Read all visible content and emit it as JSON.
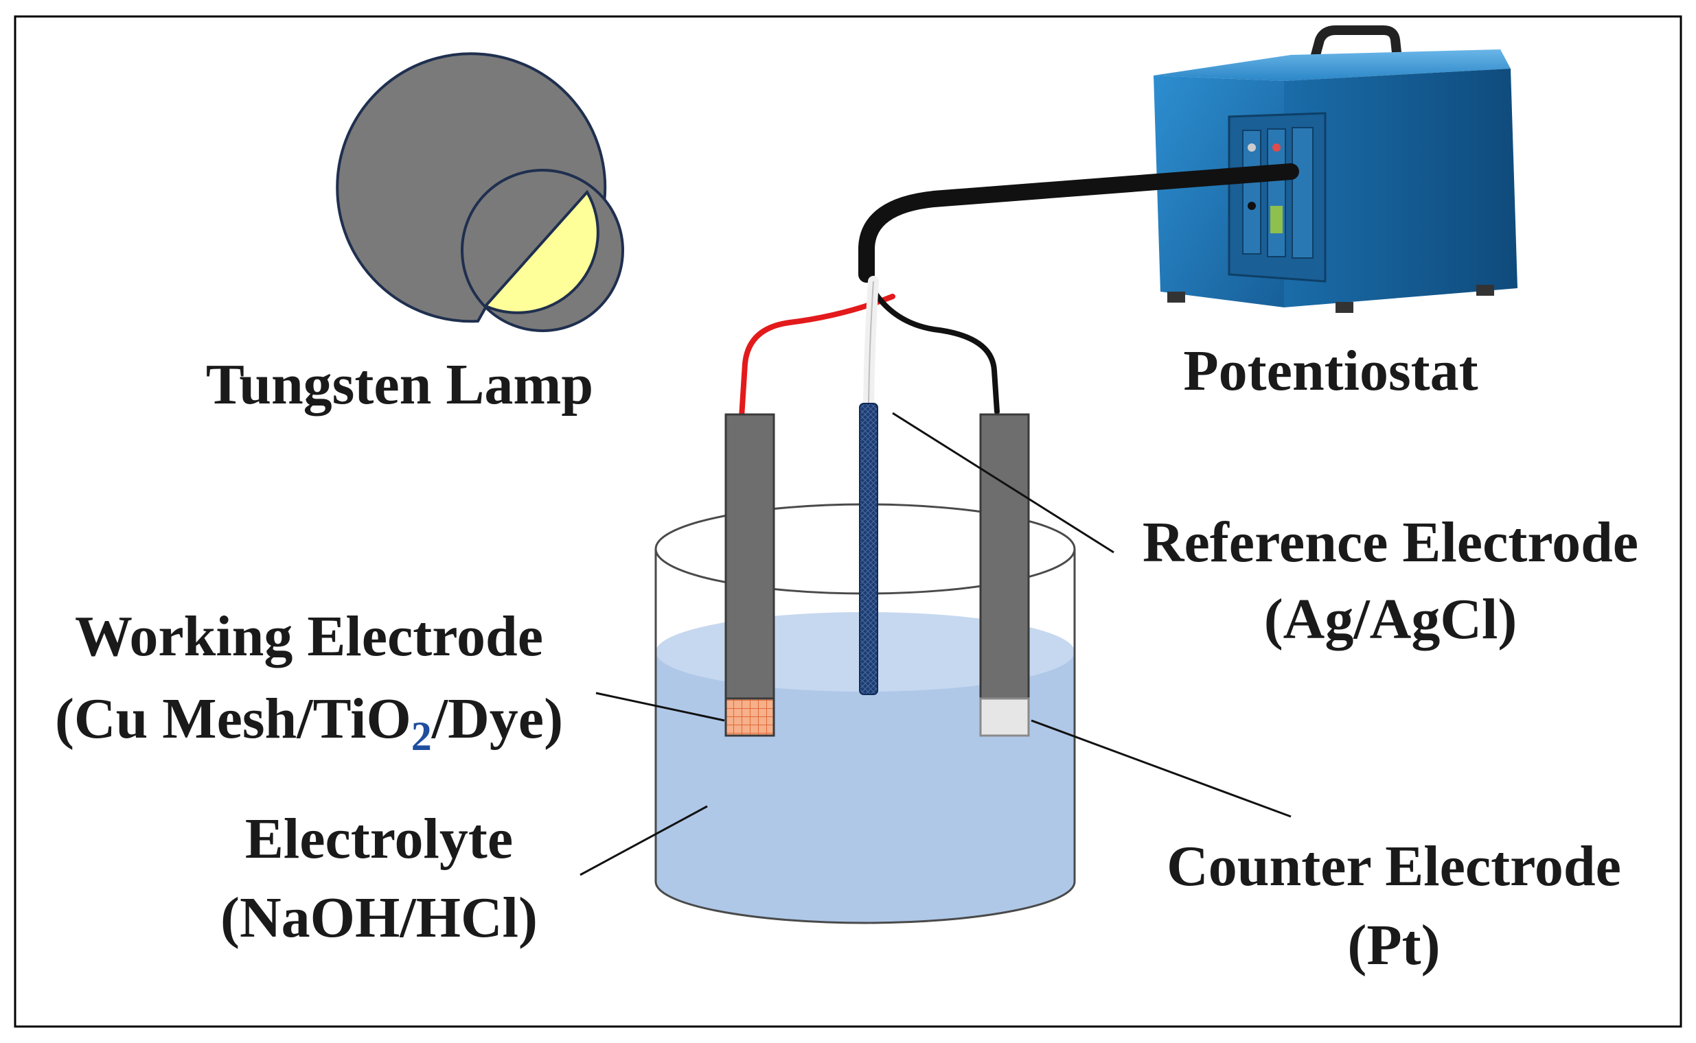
{
  "labels": {
    "lamp": "Tungsten Lamp",
    "potentiostat": "Potentiostat",
    "reference_title": "Reference Electrode",
    "reference_sub": "(Ag/AgCl)",
    "working_title": "Working Electrode",
    "working_sub_prefix": "(Cu Mesh/TiO",
    "working_sub_subscript": "2",
    "working_sub_suffix": "/Dye)",
    "electrolyte_title": "Electrolyte",
    "electrolyte_sub": "(NaOH/HCl)",
    "counter_title": "Counter Electrode",
    "counter_sub": "(Pt)"
  },
  "colors": {
    "border": "#000000",
    "lamp_body": "#7a7a7a",
    "lamp_light": "#ffff99",
    "lamp_outline": "#1f2f4f",
    "electrolyte": "#afc8e8",
    "electrolyte_surface": "#c6d8ef",
    "beaker_outline": "#4a4a4a",
    "electrode_gray": "#6e6e6e",
    "reference_blue": "#1c3d72",
    "working_tip": "#f4a57a",
    "counter_tip": "#e6e6e6",
    "wire_red": "#e31a1c",
    "wire_black": "#111111",
    "wire_white": "#f0f0f0",
    "potentiostat_blue": "#1f78b4",
    "subscript_blue": "#1f4e9e"
  },
  "icons": {
    "lamp": "tungsten-lamp-icon",
    "potentiostat": "potentiostat-device-icon"
  }
}
